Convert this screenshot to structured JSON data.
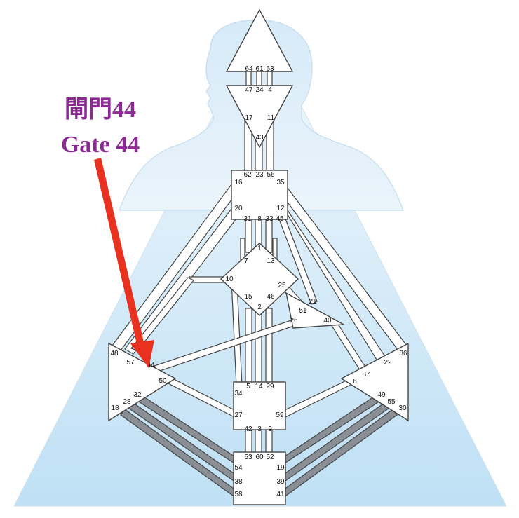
{
  "annotation": {
    "chinese_label": "閘門44",
    "english_label": "Gate 44",
    "text_color": "#8b2a93",
    "arrow_color": "#e8311f"
  },
  "colors": {
    "background_light": "#eaf4fb",
    "background_blue": "#b9dcf3",
    "centers_fill": "#ffffff",
    "line_color": "#444444",
    "channel_dark": "#8a8f96"
  },
  "gates": [
    "64",
    "61",
    "63",
    "47",
    "24",
    "4",
    "17",
    "11",
    "43",
    "62",
    "23",
    "56",
    "16",
    "35",
    "20",
    "12",
    "31",
    "8",
    "33",
    "45",
    "1",
    "7",
    "13",
    "10",
    "25",
    "15",
    "46",
    "2",
    "21",
    "51",
    "26",
    "40",
    "48",
    "57",
    "44",
    "50",
    "5",
    "14",
    "29",
    "34",
    "6",
    "37",
    "22",
    "36",
    "32",
    "28",
    "18",
    "27",
    "59",
    "49",
    "55",
    "30",
    "42",
    "3",
    "9",
    "53",
    "60",
    "52",
    "54",
    "19",
    "38",
    "39",
    "58",
    "41"
  ]
}
